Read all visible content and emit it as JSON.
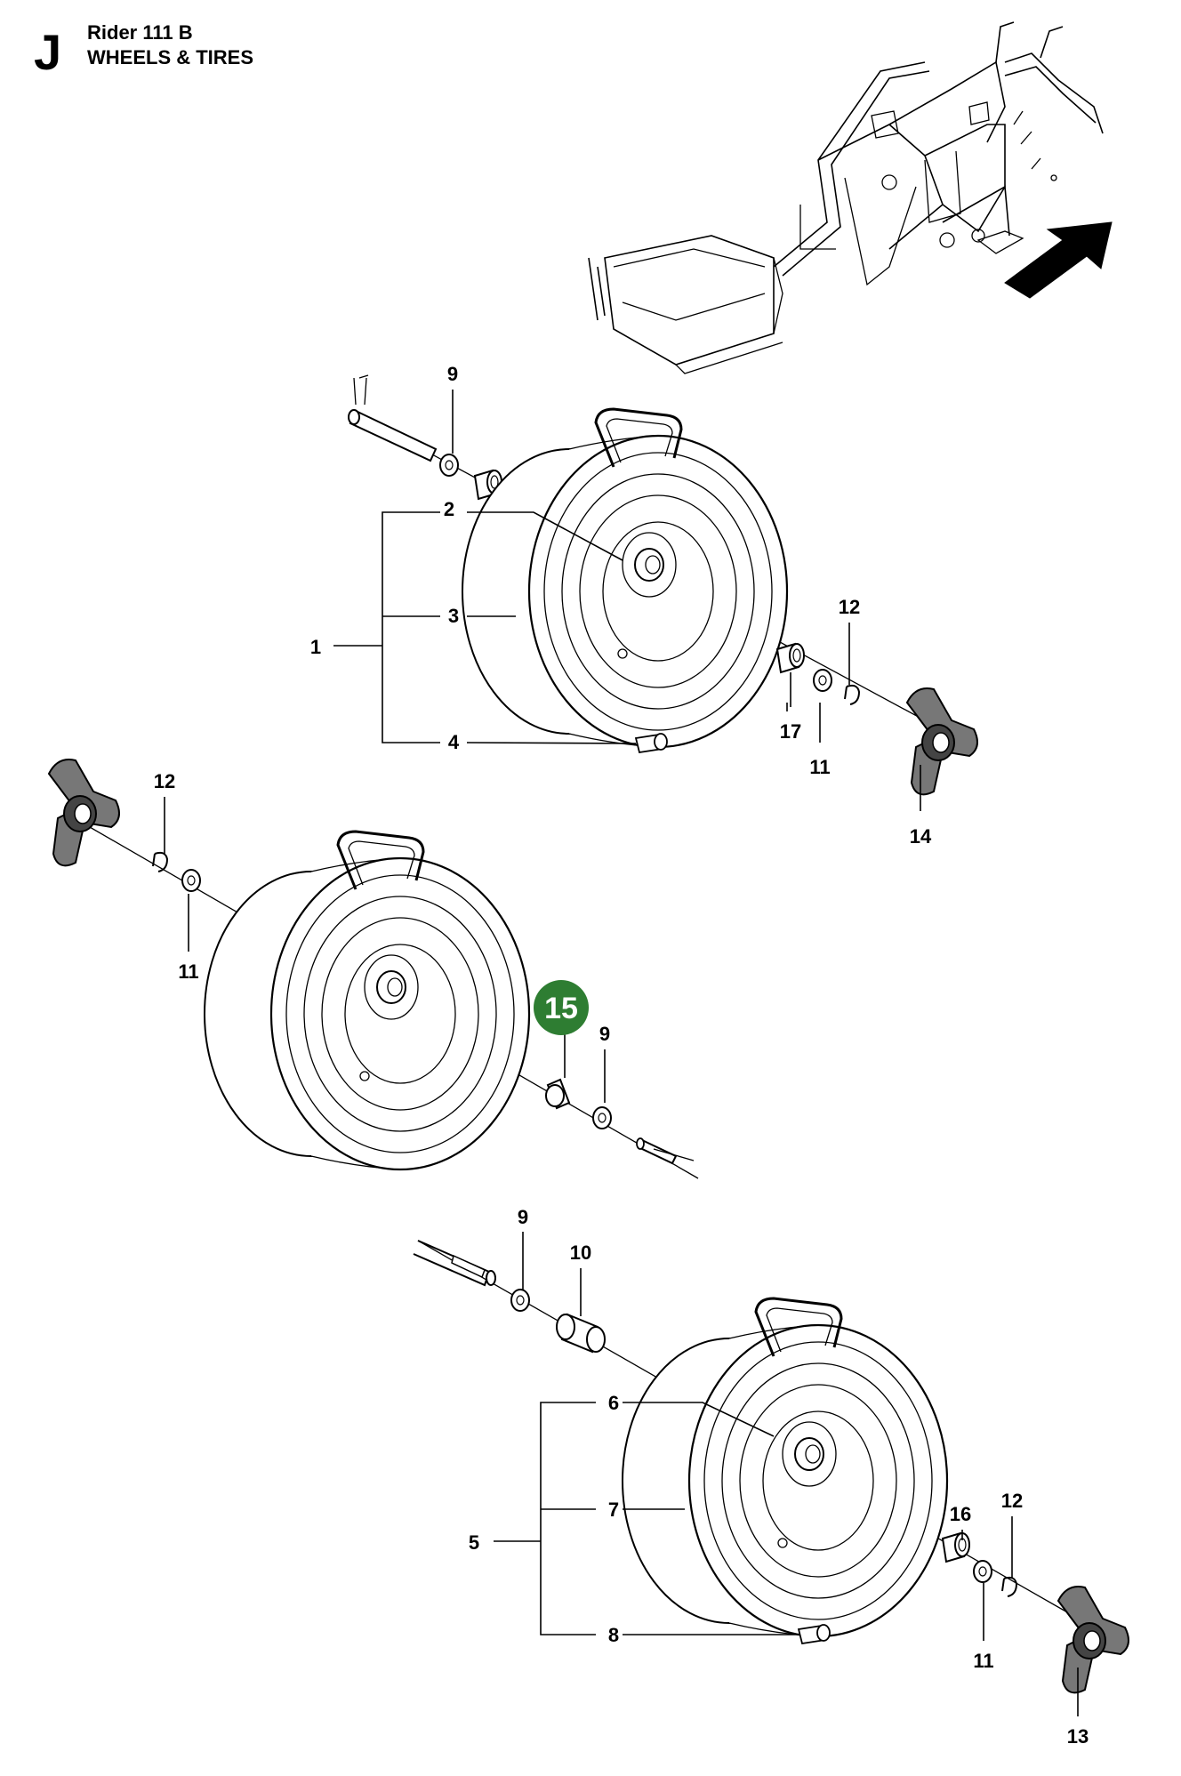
{
  "header": {
    "section_letter": "J",
    "model": "Rider 111 B",
    "section_title": "WHEELS & TIRES"
  },
  "highlight": {
    "number": "15",
    "color": "#2e7d32"
  },
  "callouts": {
    "c1": "1",
    "c2": "2",
    "c3": "3",
    "c4": "4",
    "c5": "5",
    "c6": "6",
    "c7": "7",
    "c8": "8",
    "c9a": "9",
    "c9b": "9",
    "c9c": "9",
    "c10": "10",
    "c11a": "11",
    "c11b": "11",
    "c11c": "11",
    "c12a": "12",
    "c12b": "12",
    "c12c": "12",
    "c13": "13",
    "c14": "14",
    "c16": "16",
    "c17": "17"
  }
}
